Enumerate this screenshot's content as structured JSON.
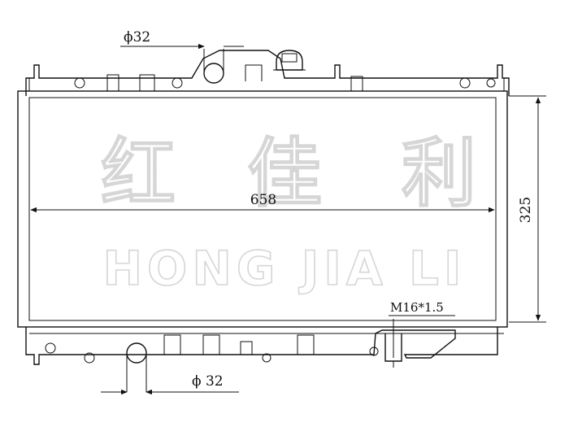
{
  "dimensions": {
    "top_pipe": "ϕ32",
    "core_width": "658",
    "core_height": "325",
    "drain_thread": "M16*1.5",
    "bottom_pipe": "ϕ 32"
  },
  "watermark": {
    "chinese": [
      "红",
      "佳",
      "利"
    ],
    "latin": "HONG JIA LI"
  },
  "colors": {
    "line": "#111111",
    "watermark_outline": "#d6d6d6"
  }
}
